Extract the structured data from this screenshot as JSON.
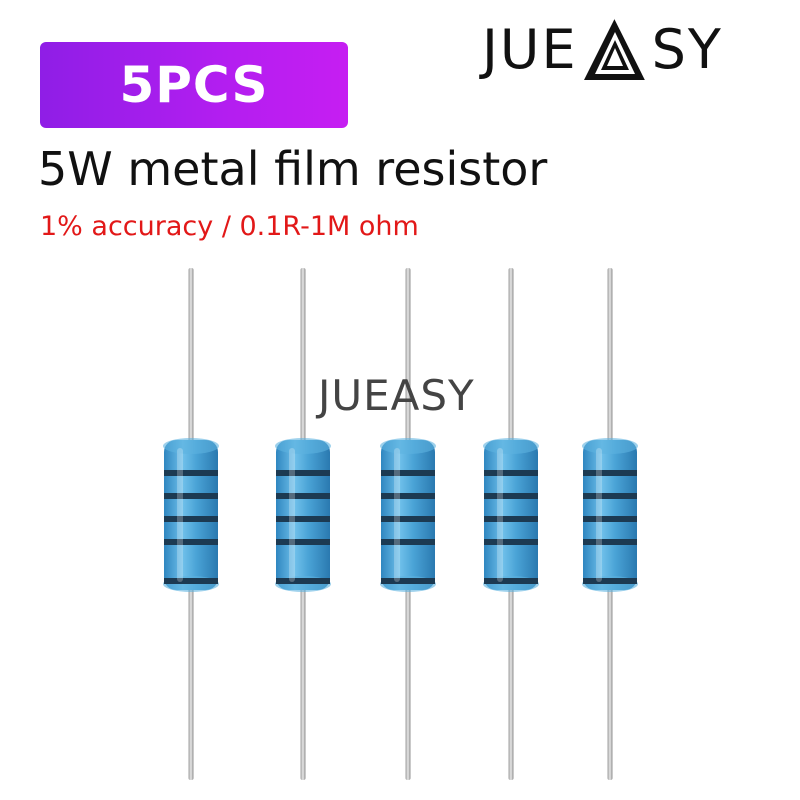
{
  "badge": {
    "text": "5PCS"
  },
  "brand": {
    "left": "JUE",
    "right": "SY",
    "logo_icon": "triangle-logo-icon"
  },
  "title": "5W metal film resistor",
  "subtitle": "1% accuracy / 0.1R-1M ohm",
  "watermark": "JUEASY",
  "colors": {
    "badge": "#b01ee8",
    "subtitle": "#e21818",
    "resistor_body": "#4aa3d6",
    "band": "#1c3a52"
  },
  "resistor_count": 5
}
